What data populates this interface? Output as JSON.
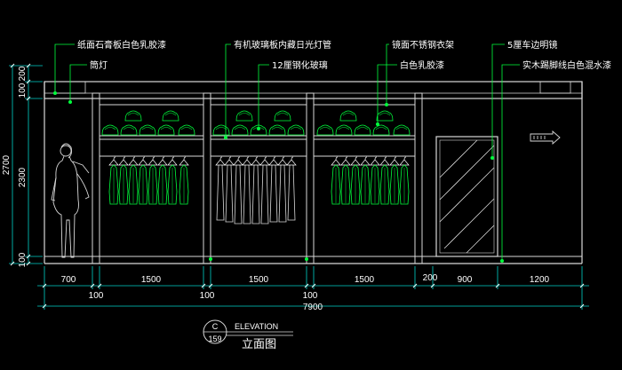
{
  "annotations": {
    "a1": "纸面石膏板白色乳胶漆",
    "a2": "筒灯",
    "a3": "有机玻璃板内藏日光灯管",
    "a4": "12厘钢化玻璃",
    "a5": "镜面不锈钢衣架",
    "a6": "白色乳胶漆",
    "a7": "5厘车边明镜",
    "a8": "实木踢脚线白色混水漆"
  },
  "dims_bottom": {
    "d1": "700",
    "d2": "1500",
    "d3": "1500",
    "d4": "1500",
    "d5": "200",
    "d6": "900",
    "d7": "1200",
    "s1": "100",
    "s2": "100",
    "s3": "100",
    "total": "7900"
  },
  "dims_left": {
    "v1": "200",
    "v2": "100",
    "v3": "2300",
    "v4": "100",
    "total": "2700"
  },
  "title": {
    "letter": "C",
    "number": "159",
    "english": "ELEVATION",
    "chinese": "立面图"
  },
  "colors": {
    "line": "#ffffff",
    "frame": "#d8d8d8",
    "accent": "#00ff3c",
    "dim": "#00d2c8",
    "background": "#000000"
  }
}
